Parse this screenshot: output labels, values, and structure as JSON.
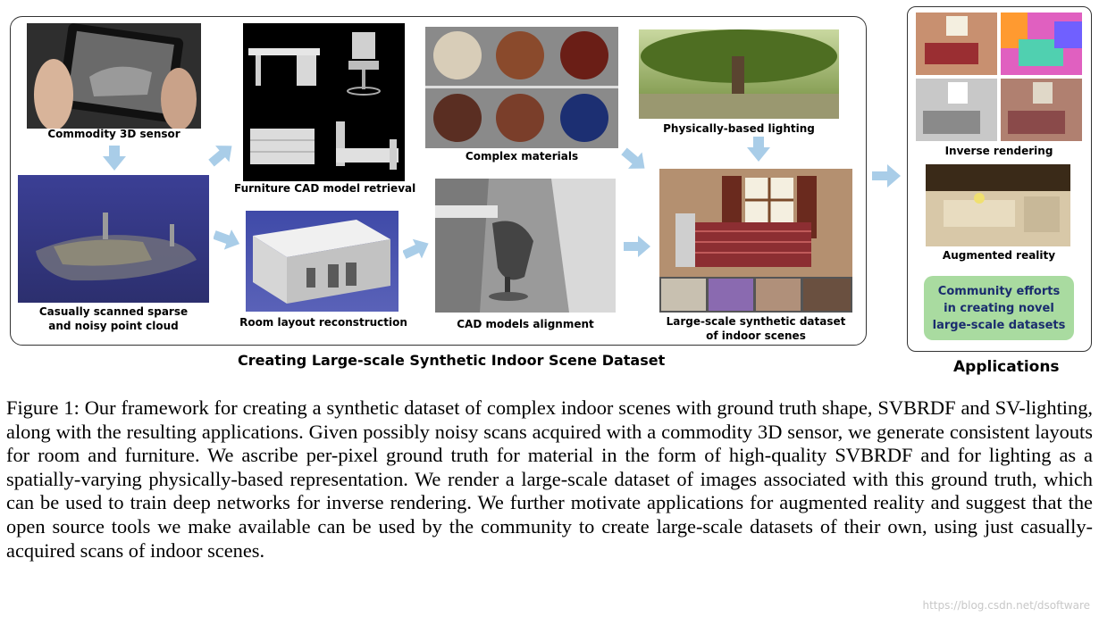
{
  "figure": {
    "main_panel_title": "Creating Large-scale Synthetic Indoor Scene Dataset",
    "applications_title": "Applications",
    "captions": {
      "sensor": "Commodity 3D sensor",
      "point_cloud_line1": "Casually scanned sparse",
      "point_cloud_line2": "and noisy point cloud",
      "cad_retrieval": "Furniture CAD model retrieval",
      "layout": "Room layout reconstruction",
      "materials": "Complex materials",
      "alignment": "CAD models alignment",
      "lighting": "Physically-based lighting",
      "dataset_line1": "Large-scale synthetic dataset",
      "dataset_line2": "of indoor scenes",
      "inverse_rendering": "Inverse rendering",
      "augmented_reality": "Augmented reality",
      "community": "Community efforts in creating novel large-scale datasets"
    }
  },
  "caption": {
    "text": "Figure 1: Our framework for creating a synthetic dataset of complex indoor scenes with ground truth shape, SVBRDF and SV-lighting, along with the resulting applications. Given possibly noisy scans acquired with a commodity 3D sensor, we generate consistent layouts for room and furniture. We ascribe per-pixel ground truth for material in the form of high-quality SVBRDF and for lighting as a spatially-varying physically-based representation. We render a large-scale dataset of images associated with this ground truth, which can be used to train deep networks for inverse rendering. We further motivate applications for augmented reality and suggest that the open source tools we make available can be used by the community to create large-scale datasets of their own, using just casually-acquired scans of indoor scenes."
  },
  "watermark": "https://blog.csdn.net/dsoftware",
  "colors": {
    "arrow": "#a9cde8",
    "community_box": "#a9dba0",
    "community_text": "#1a2c6e"
  }
}
